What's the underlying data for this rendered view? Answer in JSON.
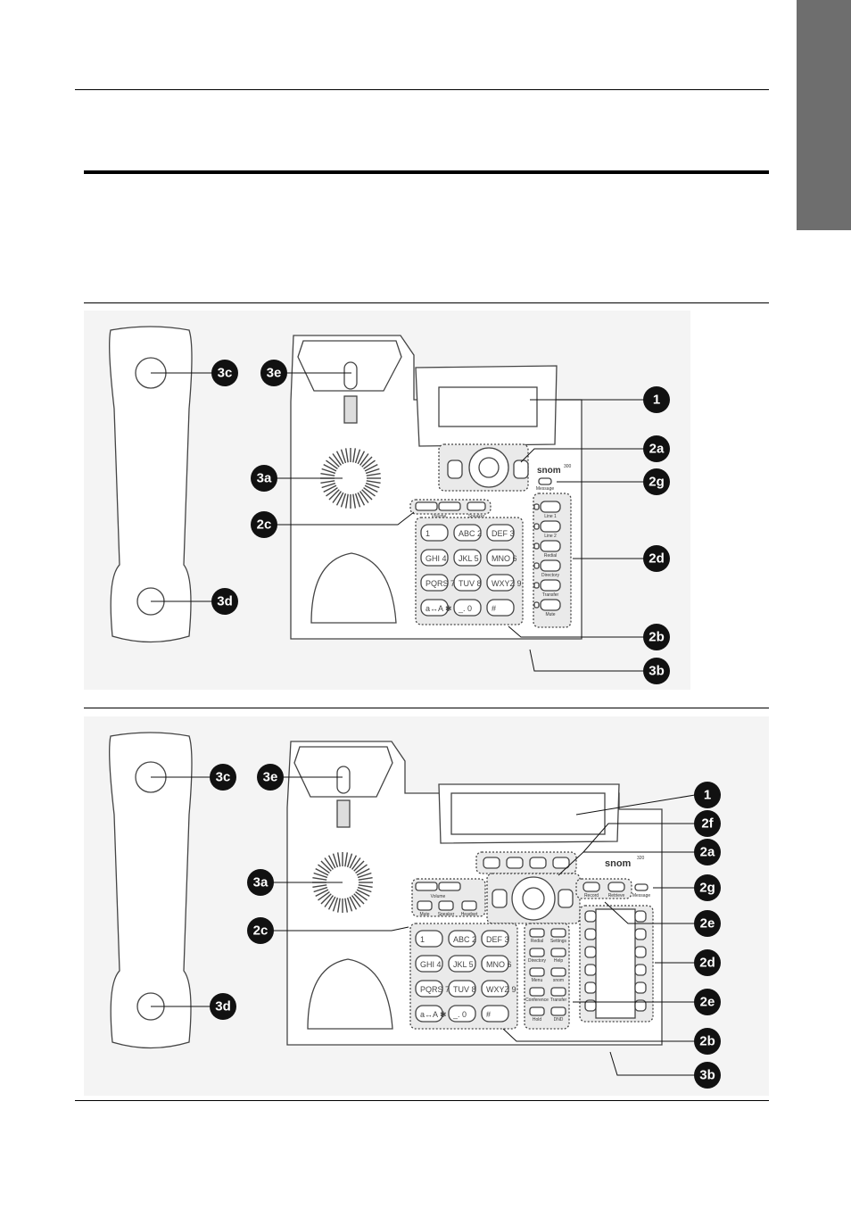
{
  "page": {
    "side_tab_color": "#6e6e6e"
  },
  "figure1": {
    "brand": "snom",
    "model": "300",
    "button_labels": [
      "Volume",
      "Speaker",
      "Message",
      "Line 1",
      "Line 2",
      "Redial",
      "Directory",
      "Transfer",
      "Mute"
    ],
    "keypad": [
      {
        "digit": "1",
        "letters": ""
      },
      {
        "digit": "2",
        "letters": "ABC"
      },
      {
        "digit": "3",
        "letters": "DEF"
      },
      {
        "digit": "4",
        "letters": "GHI"
      },
      {
        "digit": "5",
        "letters": "JKL"
      },
      {
        "digit": "6",
        "letters": "MNO"
      },
      {
        "digit": "7",
        "letters": "PQRS"
      },
      {
        "digit": "8",
        "letters": "TUV"
      },
      {
        "digit": "9",
        "letters": "WXYZ"
      },
      {
        "digit": "✱",
        "letters": "a↔A"
      },
      {
        "digit": "0",
        "letters": "_."
      },
      {
        "digit": "#",
        "letters": ""
      }
    ],
    "callouts": [
      "3c",
      "3e",
      "1",
      "2a",
      "3a",
      "2g",
      "2c",
      "2d",
      "3d",
      "2b",
      "3b"
    ]
  },
  "figure2": {
    "brand": "snom",
    "model": "320",
    "button_labels": [
      "Volume",
      "Mute",
      "Speaker",
      "Headset",
      "Record",
      "Retrieve",
      "Message",
      "Redial",
      "Settings",
      "Directory",
      "Help",
      "Menu",
      "snom",
      "Conference",
      "Transfer",
      "Hold",
      "DND"
    ],
    "callouts": [
      "3c",
      "3e",
      "1",
      "2f",
      "2a",
      "3a",
      "2g",
      "2e",
      "2c",
      "2d",
      "2e",
      "3d",
      "2b",
      "3b"
    ]
  }
}
